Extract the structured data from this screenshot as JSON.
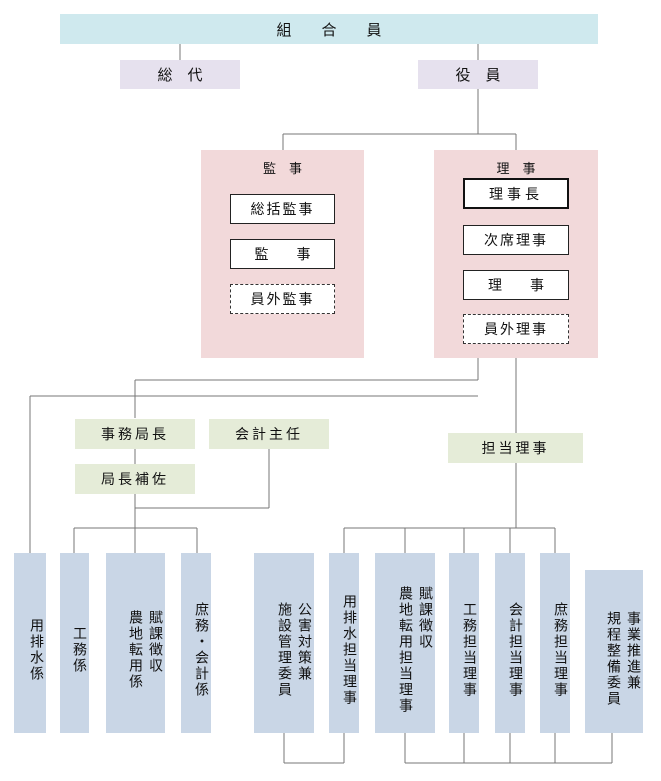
{
  "top": {
    "members": "組　　合　　員"
  },
  "level2": {
    "delegates": "総　代",
    "officers": "役　員"
  },
  "auditors": {
    "title": "監　事",
    "items": [
      "総括監事",
      "監　　事",
      "員外監事"
    ]
  },
  "directors": {
    "title": "理　事",
    "items": [
      "理事長",
      "次席理事",
      "理　　事",
      "員外理事"
    ]
  },
  "office": {
    "secretary_general": "事務局長",
    "accountant": "会計主任",
    "deputy": "局長補佐"
  },
  "responsible_director": "担当理事",
  "bottom_left": [
    "用排水係",
    "工務係",
    "賦課徴収\n農地転用係",
    "庶務・会計係"
  ],
  "bottom_right": [
    "公害対策兼\n施設管理委員",
    "用排水担当理事",
    "賦課徴収\n農地転用担当理事",
    "工務担当理事",
    "会計担当理事",
    "庶務担当理事",
    "事業推進兼\n規程整備委員"
  ]
}
